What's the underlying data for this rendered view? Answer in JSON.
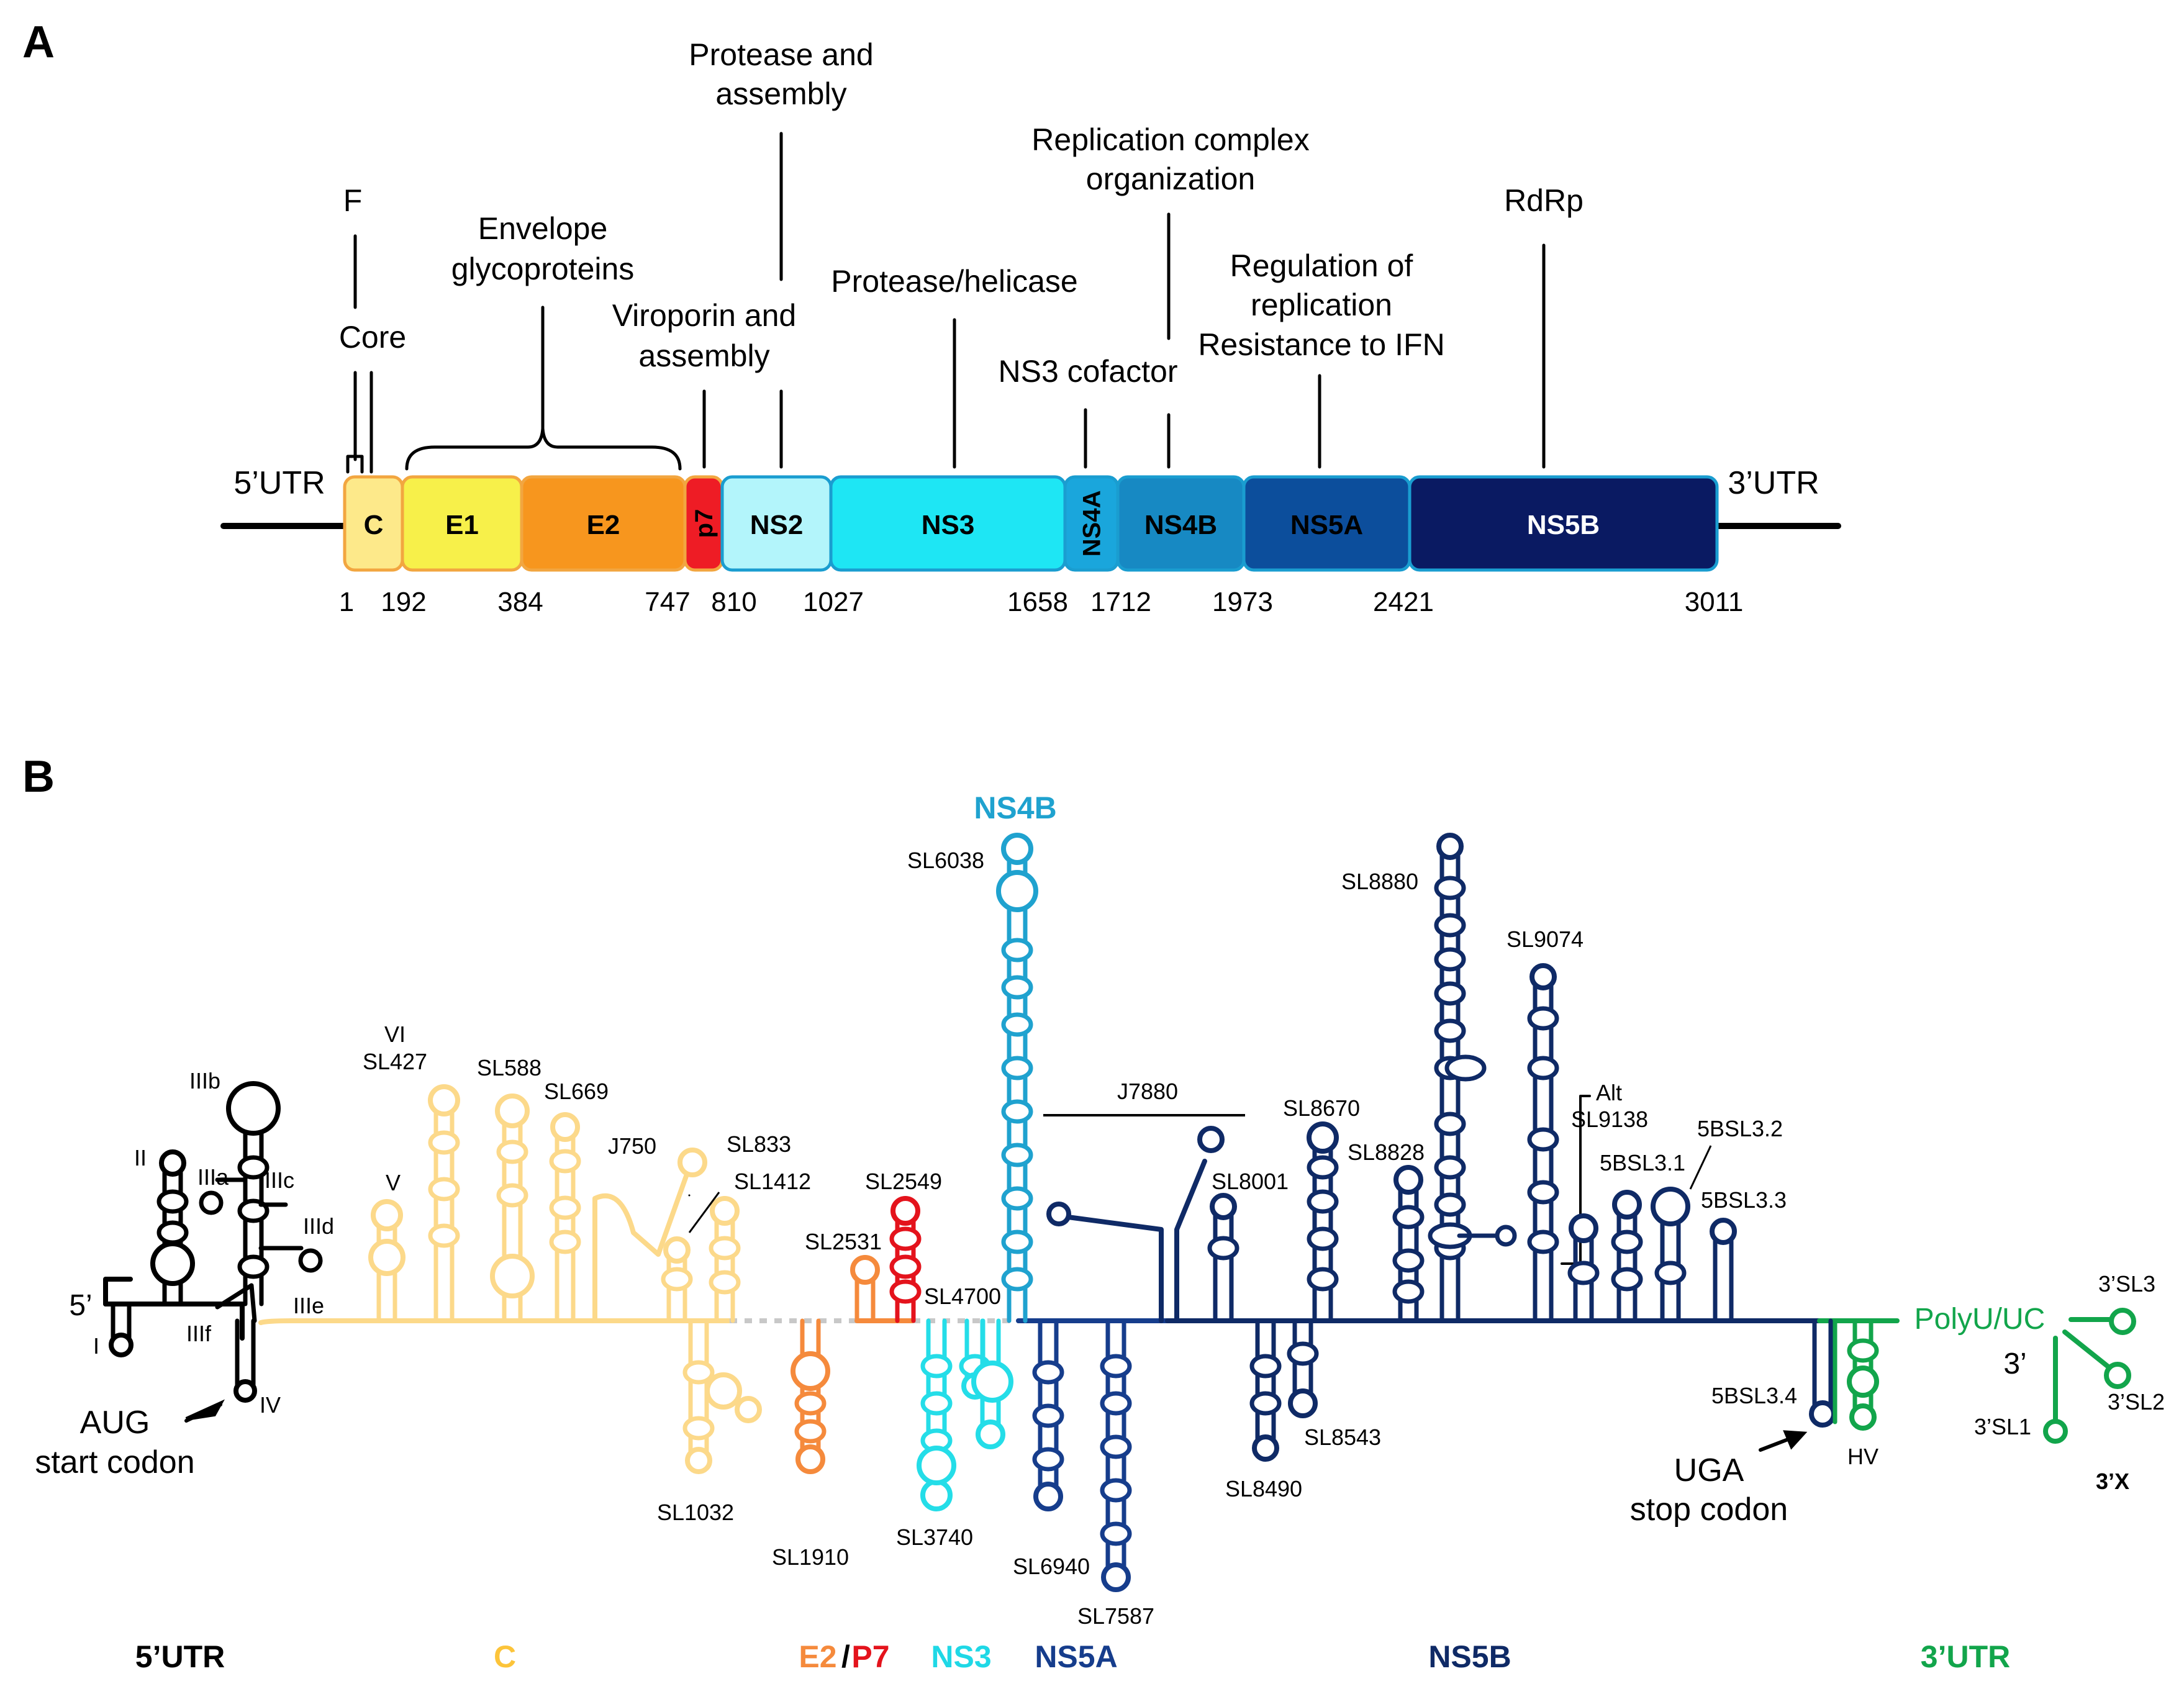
{
  "panel_a": {
    "letter": "A",
    "utr5": "5’UTR",
    "utr3": "3’UTR",
    "segments": [
      {
        "key": "c",
        "label": "C",
        "fill": "#fde98a",
        "stroke": "#f2a640",
        "text_color": "#000000"
      },
      {
        "key": "e1",
        "label": "E1",
        "fill": "#f7f04a",
        "stroke": "#f2a640",
        "text_color": "#000000"
      },
      {
        "key": "e2",
        "label": "E2",
        "fill": "#f7961e",
        "stroke": "#f2a640",
        "text_color": "#000000"
      },
      {
        "key": "p7",
        "label": "p7",
        "fill": "#ee1c25",
        "stroke": "#f2a640",
        "text_color": "#000000"
      },
      {
        "key": "ns2",
        "label": "NS2",
        "fill": "#b3f5fb",
        "stroke": "#1a9dd0",
        "text_color": "#000000"
      },
      {
        "key": "ns3",
        "label": "NS3",
        "fill": "#1ee6f4",
        "stroke": "#1a9dd0",
        "text_color": "#000000"
      },
      {
        "key": "ns4a",
        "label": "NS4A",
        "fill": "#1aa6dc",
        "stroke": "#1a9dd0",
        "text_color": "#000000"
      },
      {
        "key": "ns4b",
        "label": "NS4B",
        "fill": "#1789c3",
        "stroke": "#1a9dd0",
        "text_color": "#000000"
      },
      {
        "key": "ns5a",
        "label": "NS5A",
        "fill": "#0c4e9c",
        "stroke": "#1a9dd0",
        "text_color": "#000000"
      },
      {
        "key": "ns5b",
        "label": "NS5B",
        "fill": "#0a1a62",
        "stroke": "#1a9dd0",
        "text_color": "#ffffff"
      }
    ],
    "positions": [
      "1",
      "192",
      "384",
      "747",
      "810",
      "1027",
      "1658",
      "1712",
      "1973",
      "2421",
      "3011"
    ],
    "functions": {
      "f": "F",
      "core": "Core",
      "envelope": [
        "Envelope",
        "glycoproteins"
      ],
      "viroporin": [
        "Viroporin and",
        "assembly"
      ],
      "protease_assembly": [
        "Protease and",
        "assembly"
      ],
      "protease_helicase": "Protease/helicase",
      "ns3_cofactor": "NS3 cofactor",
      "replication_complex": [
        "Replication complex",
        "organization"
      ],
      "regulation": [
        "Regulation of",
        "replication",
        "Resistance to IFN"
      ],
      "rdrp": "RdRp"
    }
  },
  "panel_b": {
    "letter": "B",
    "colors": {
      "utr5": "#000000",
      "c": "#fcd98a",
      "e2": "#f58a3c",
      "p7": "#e4131c",
      "ns4b": "#1fa2cf",
      "ns3": "#24dde8",
      "ns5a": "#163d8c",
      "ns5b": "#0f2a66",
      "utr3": "#12a54b",
      "gap": "#c8c8c8"
    },
    "region_title": "NS4B",
    "labels": {
      "five_prime": "5’",
      "three_prime": "3’",
      "utr5_i": "I",
      "utr5_ii": "II",
      "utr5_iiia": "IIIa",
      "utr5_iiib": "IIIb",
      "utr5_iiic": "IIIc",
      "utr5_iiid": "IIId",
      "utr5_iiie": "IIIe",
      "utr5_iiif": "IIIf",
      "utr5_iv": "IV",
      "aug": [
        "AUG",
        "start codon"
      ],
      "v": "V",
      "vi": "VI",
      "sl427": "SL427",
      "sl588": "SL588",
      "sl669": "SL669",
      "j750": "J750",
      "sl833": "SL833",
      "sl1412": "SL1412",
      "sl1032": "SL1032",
      "sl2531": "SL2531",
      "sl2549": "SL2549",
      "sl1910": "SL1910",
      "sl4700": "SL4700",
      "sl3740": "SL3740",
      "sl6038": "SL6038",
      "sl6940": "SL6940",
      "sl7587": "SL7587",
      "j7880": "J7880",
      "sl8001": "SL8001",
      "sl8490": "SL8490",
      "sl8543": "SL8543",
      "sl8670": "SL8670",
      "sl8828": "SL8828",
      "sl8880": "SL8880",
      "sl9074": "SL9074",
      "alt": "Alt",
      "sl9138": "SL9138",
      "bsl31": "5BSL3.1",
      "bsl32": "5BSL3.2",
      "bsl33": "5BSL3.3",
      "bsl34": "5BSL3.4",
      "uga": [
        "UGA",
        "stop codon"
      ],
      "hv": "HV",
      "polyu": "PolyU/UC",
      "sl3_1": "3’SL1",
      "sl3_2": "3’SL2",
      "sl3_3": "3’SL3",
      "x3": "3’X"
    },
    "legend": [
      {
        "key": "utr5",
        "text": "5’UTR",
        "color": "#000000"
      },
      {
        "key": "c",
        "text": "C",
        "color": "#fcc43a"
      },
      {
        "key": "e2",
        "text": "E2",
        "color": "#f58a3c"
      },
      {
        "key": "slash",
        "text": "/",
        "color": "#000000"
      },
      {
        "key": "p7",
        "text": "P7",
        "color": "#e4131c"
      },
      {
        "key": "ns3",
        "text": "NS3",
        "color": "#1fd8e6"
      },
      {
        "key": "ns5a",
        "text": "NS5A",
        "color": "#163d8c"
      },
      {
        "key": "ns5b",
        "text": "NS5B",
        "color": "#0f2a66"
      },
      {
        "key": "utr3",
        "text": "3’UTR",
        "color": "#12a54b"
      }
    ]
  }
}
